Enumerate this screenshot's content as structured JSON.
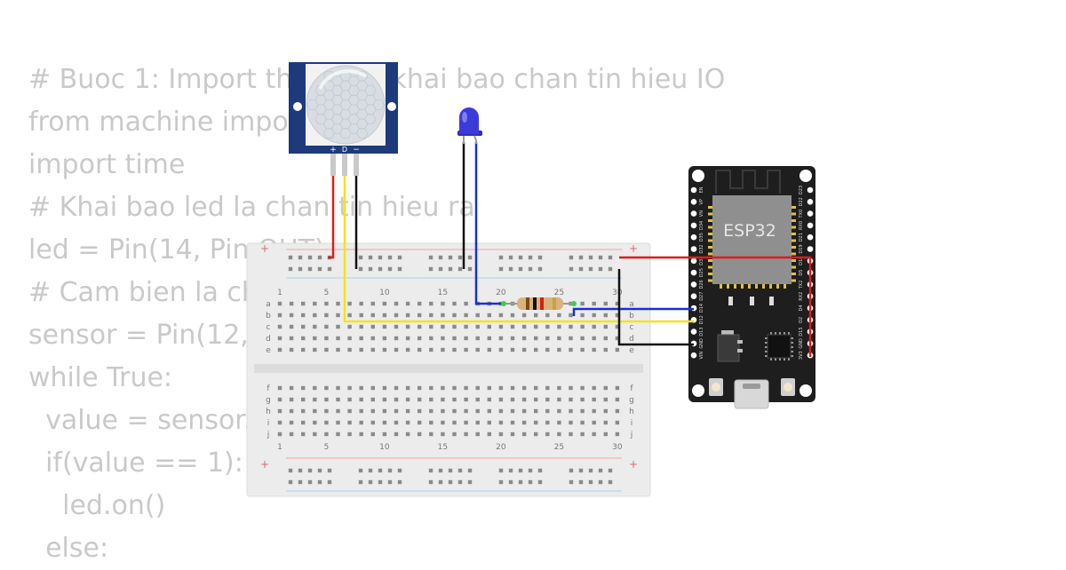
{
  "code_lines": [
    "# Buoc 1: Import thu vien, khai bao chan tin hieu IO",
    "from machine import Pin",
    "import time",
    "# Khai bao led la chan tin hieu ra",
    "led = Pin(14, Pin.OUT)",
    "# Cam bien la chan tin hieu vao",
    "sensor = Pin(12, Pin.IN)",
    "while True:",
    "  value = sensor.value()",
    "  if(value == 1):",
    "    led.on()",
    "  else:"
  ],
  "pir": {
    "pin_labels": [
      "+",
      "D",
      "−"
    ]
  },
  "esp32": {
    "label": "ESP32",
    "right_pins": [
      "EN",
      "VP",
      "VN",
      "D34",
      "D35",
      "D32",
      "D33",
      "D25",
      "D26",
      "D27",
      "D14",
      "D12",
      "D13",
      "GND",
      "VIN"
    ],
    "left_pins": [
      "D23",
      "D22",
      "TX0",
      "RX0",
      "D21",
      "D19",
      "D18",
      "D5",
      "TX2",
      "RX2",
      "D4",
      "D2",
      "D15",
      "GND",
      "3V3"
    ]
  },
  "breadboard": {
    "column_labels": [
      "1",
      "5",
      "10",
      "15",
      "20",
      "25",
      "30"
    ],
    "top_rows": [
      "a",
      "b",
      "c",
      "d",
      "e"
    ],
    "bottom_rows": [
      "f",
      "g",
      "h",
      "i",
      "j"
    ],
    "rail_plus": "+"
  },
  "colors": {
    "wire_red": "#e01b1b",
    "wire_black": "#111111",
    "wire_yellow": "#f5e21f",
    "wire_blue": "#1a2fd4",
    "led_blue": "#3b3bdc",
    "board_dark": "#1e1e1e",
    "chip_gray": "#8f8f8f",
    "pir_blue": "#1d3a7a"
  }
}
